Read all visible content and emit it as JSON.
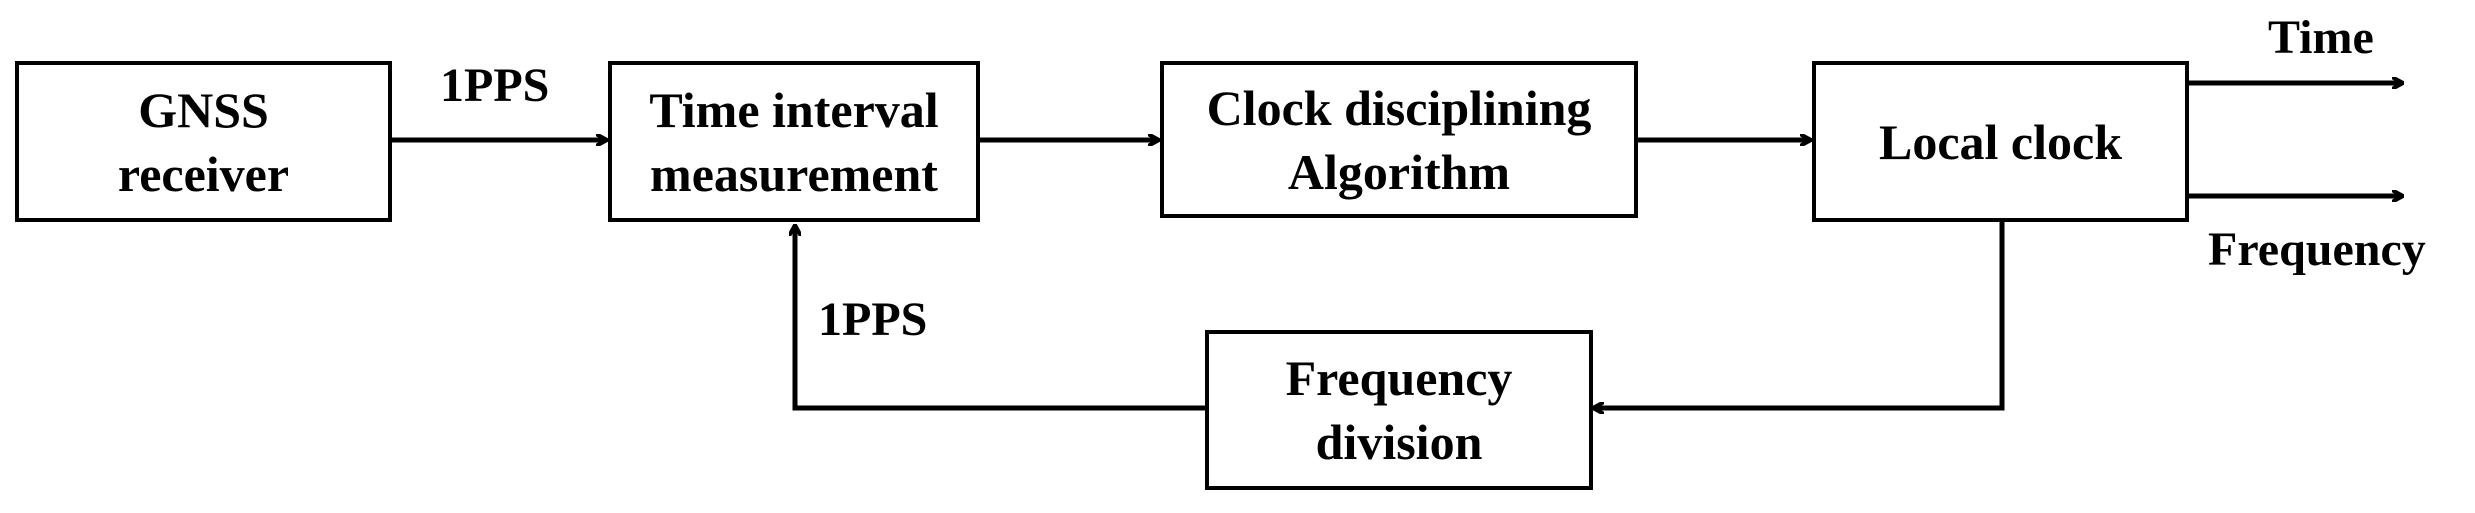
{
  "blocks": {
    "gnss": "GNSS\nreceiver",
    "tim": "Time interval\nmeasurement",
    "cda": "Clock disciplining\nAlgorithm",
    "local": "Local clock",
    "fdiv": "Frequency\ndivision"
  },
  "labels": {
    "pps_top": "1PPS",
    "pps_feedback": "1PPS",
    "out_time": "Time",
    "out_frequency": "Frequency"
  },
  "colors": {
    "line": "#000000",
    "background": "#ffffff"
  }
}
